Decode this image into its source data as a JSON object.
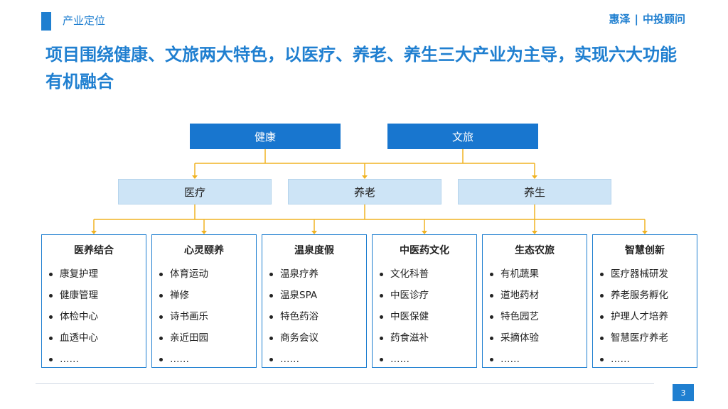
{
  "header": {
    "section_label": "产业定位",
    "brand_left": "惠泽",
    "brand_separator": "|",
    "brand_right": "中投顾问"
  },
  "headline": "项目围绕健康、文旅两大特色，以医疗、养老、养生三大产业为主导，实现六大功能有机融合",
  "top_nodes": [
    "健康",
    "文旅"
  ],
  "mid_nodes": [
    "医疗",
    "养老",
    "养生"
  ],
  "cards": [
    {
      "title": "医养结合",
      "items": [
        "康复护理",
        "健康管理",
        "体检中心",
        "血透中心",
        "……"
      ]
    },
    {
      "title": "心灵颐养",
      "items": [
        "体育运动",
        "禅修",
        "诗书画乐",
        "亲近田园",
        "……"
      ]
    },
    {
      "title": "温泉度假",
      "items": [
        "温泉疗养",
        "温泉SPA",
        "特色药浴",
        "商务会议",
        "……"
      ]
    },
    {
      "title": "中医药文化",
      "items": [
        "文化科普",
        "中医诊疗",
        "中医保健",
        "药食滋补",
        "……"
      ]
    },
    {
      "title": "生态农旅",
      "items": [
        "有机蔬果",
        "道地药材",
        "特色园艺",
        "采摘体验",
        "……"
      ]
    },
    {
      "title": "智慧创新",
      "items": [
        "医疗器械研发",
        "养老服务孵化",
        "护理人才培养",
        "智慧医疗养老",
        "……"
      ]
    }
  ],
  "footer": {
    "page_number": "3"
  },
  "colors": {
    "primary": "#1f7fd0",
    "top_box": "#1876cf",
    "mid_box": "#cde4f6",
    "connector": "#f0b323"
  }
}
